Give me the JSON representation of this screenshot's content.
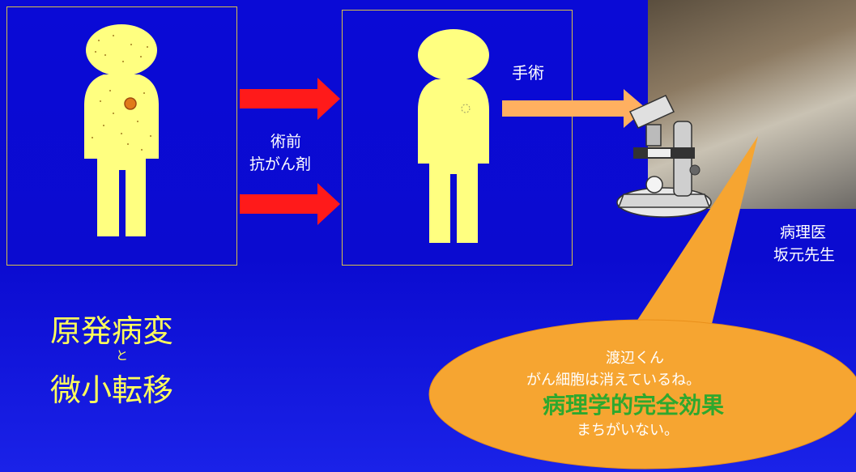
{
  "left_panel": {
    "caption_line1": "原発病変",
    "caption_small": "と",
    "caption_line2": "微小転移"
  },
  "arrows": {
    "label_line1": "術前",
    "label_line2": "抗がん剤"
  },
  "middle_panel": {
    "surgery_label": "手術"
  },
  "doctor": {
    "title_line1": "病理医",
    "title_line2": "坂元先生"
  },
  "speech_bubble": {
    "line1": "渡辺くん",
    "line2": "がん細胞は消えているね。",
    "emphasis": "病理学的完全効果",
    "line4": "まちがいない。"
  },
  "colors": {
    "background": "#0a0ad6",
    "figure": "#ffff80",
    "arrow_red": "#ff1a1a",
    "arrow_orange": "#ffb060",
    "bubble": "#f6a531",
    "emphasis_green": "#2ea82e"
  }
}
